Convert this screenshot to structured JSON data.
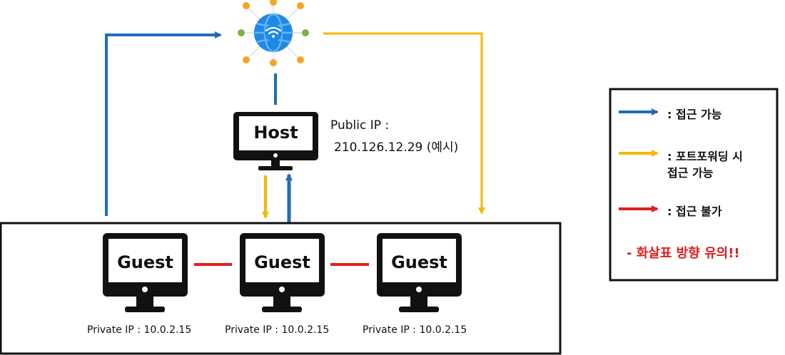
{
  "host": {
    "label": "Host",
    "public_ip_label": "Public IP :",
    "public_ip_value": "210.126.12.29 (예시)"
  },
  "guests": [
    {
      "label": "Guest",
      "private_ip": "Private IP : 10.0.2.15"
    },
    {
      "label": "Guest",
      "private_ip": "Private IP : 10.0.2.15"
    },
    {
      "label": "Guest",
      "private_ip": "Private IP : 10.0.2.15"
    }
  ],
  "legend": {
    "items": [
      {
        "color": "#1f6db6",
        "text": ": 접근 가능"
      },
      {
        "color": "#f5b800",
        "text": ": 포트포워딩 시",
        "text2": "접근 가능"
      },
      {
        "color": "#e01e1e",
        "text": ": 접근 불가"
      }
    ],
    "note": "- 화살표 방향 유의!!",
    "note_color": "#e01e1e"
  },
  "colors": {
    "accessible": "#1f6db6",
    "port_forward": "#f5b800",
    "blocked": "#e01e1e",
    "globe_blue": "#1e88e5",
    "node_orange": "#f5a623",
    "node_green": "#7cb342"
  },
  "icons": {
    "internet": "globe-wifi-icon",
    "host": "monitor-icon",
    "guest": "monitor-icon"
  }
}
